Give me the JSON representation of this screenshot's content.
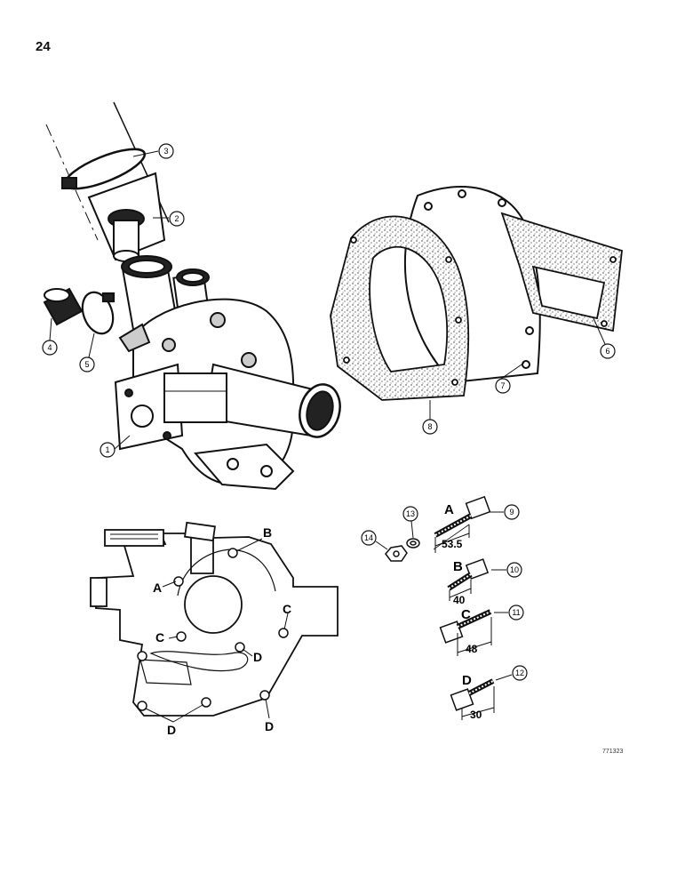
{
  "page": {
    "number": "24",
    "figure_code": "771323"
  },
  "callouts": [
    {
      "label": "1"
    },
    {
      "label": "2"
    },
    {
      "label": "3"
    },
    {
      "label": "4"
    },
    {
      "label": "5"
    },
    {
      "label": "6"
    },
    {
      "label": "7"
    },
    {
      "label": "8"
    },
    {
      "label": "9"
    },
    {
      "label": "10"
    },
    {
      "label": "11"
    },
    {
      "label": "12"
    },
    {
      "label": "13"
    },
    {
      "label": "14"
    }
  ],
  "housing_refs": [
    "A",
    "B",
    "C",
    "C",
    "D",
    "D",
    "D"
  ],
  "bolts": [
    {
      "letter": "A",
      "length": "53.5",
      "callout": "9"
    },
    {
      "letter": "B",
      "length": "40",
      "callout": "10"
    },
    {
      "letter": "C",
      "length": "48",
      "callout": "11"
    },
    {
      "letter": "D",
      "length": "30",
      "callout": "12"
    }
  ]
}
